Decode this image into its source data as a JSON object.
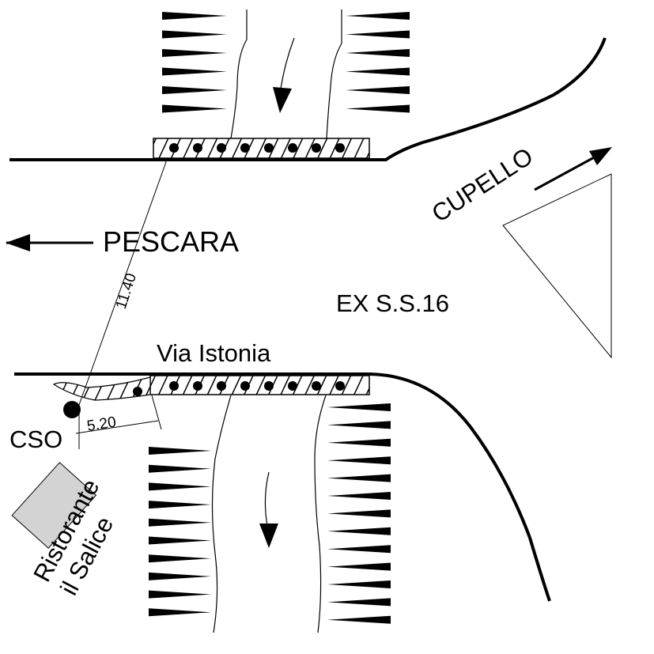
{
  "labels": {
    "pescara": "PESCARA",
    "cupello": "CUPELLO",
    "road": "EX S.S.16",
    "street": "Via Istonia",
    "cso": "CSO",
    "restaurant_line1": "Ristorante",
    "restaurant_line2": "il Salice"
  },
  "measurements": {
    "diagonal": "11.40",
    "short": "5.20"
  },
  "colors": {
    "ink": "#000000",
    "building_fill": "#d3d3d3",
    "background": "#ffffff"
  }
}
